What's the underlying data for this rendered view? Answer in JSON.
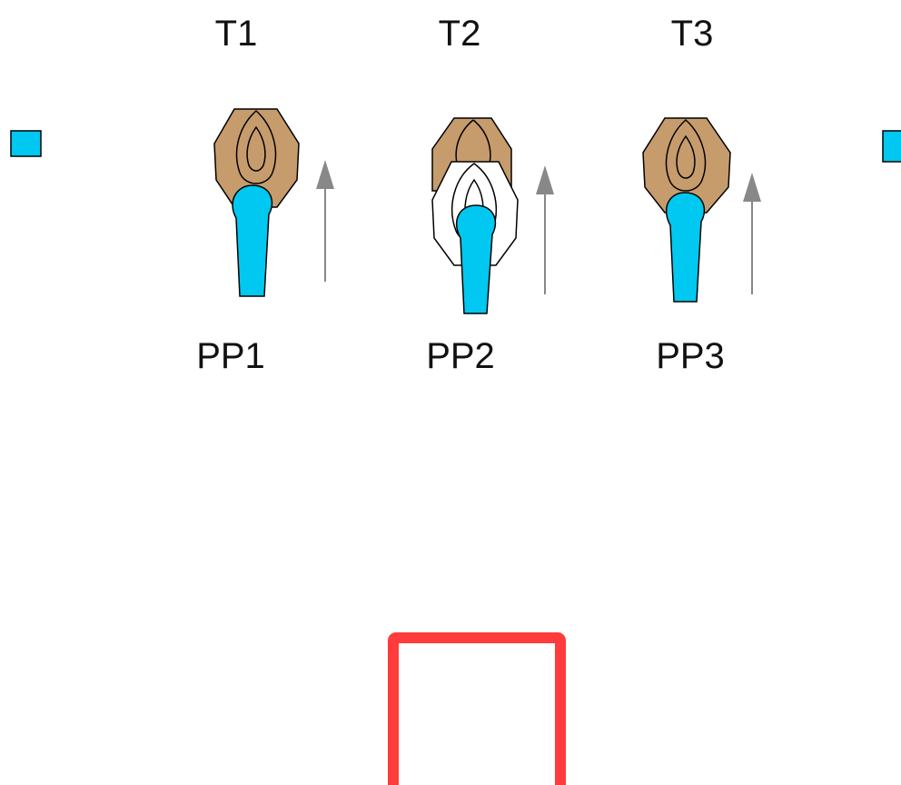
{
  "diagram": {
    "top_labels": [
      "T1",
      "T2",
      "T3"
    ],
    "bottom_labels": [
      "PP1",
      "PP2",
      "PP3"
    ]
  },
  "colors": {
    "bud_fill": "#c69c6d",
    "overlay_fill": "#ffffff",
    "stem_fill": "#00c8f0",
    "marker_fill": "#00c8f0",
    "arrow": "#888888",
    "outline": "#000000",
    "highlight_box": "#ff3b3b"
  },
  "icons": {
    "unit": "bud-stem-icon",
    "arrow": "up-arrow-icon",
    "marker": "square-marker-icon"
  }
}
